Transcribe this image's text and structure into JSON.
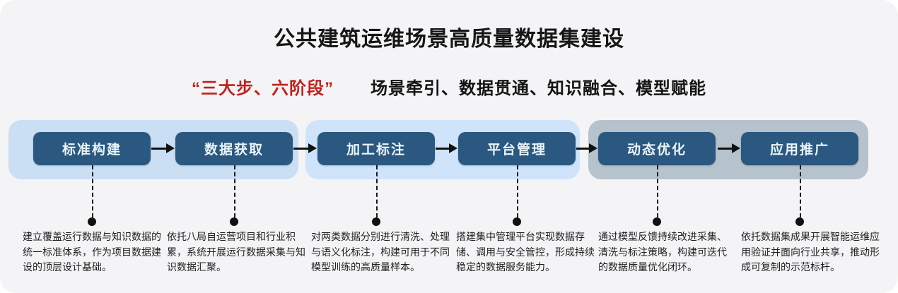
{
  "title": "公共建筑运维场景高质量数据集建设",
  "subtitle": {
    "highlight": "“三大步、六阶段”",
    "keywords": "场景牵引、数据贯通、知识融合、模型赋能"
  },
  "stages": [
    {
      "label": "标准构建",
      "description": "建立覆盖运行数据与知识数据的统一标准体系，作为项目数据建设的顶层设计基础。"
    },
    {
      "label": "数据获取",
      "description": "依托八局自运营项目和行业积累，系统开展运行数据采集与知识数据汇聚。"
    },
    {
      "label": "加工标注",
      "description": "对两类数据分别进行清洗、处理与语义化标注，构建可用于不同模型训练的高质量样本。"
    },
    {
      "label": "平台管理",
      "description": "搭建集中管理平台实现数据存储、调用与安全管控，形成持续稳定的数据服务能力。"
    },
    {
      "label": "动态优化",
      "description": "通过模型反馈持续改进采集、清洗与标注策略，构建可迭代的数据质量优化闭环。"
    },
    {
      "label": "应用推广",
      "description": "依托数据集成果开展智能运维应用验证并面向行业共享，推动形成可复制的示范标杆。"
    }
  ],
  "colors": {
    "page_bg": "#f4f4f6",
    "accent_red": "#c1201d",
    "stage_box_fill": "#2a5880",
    "stage_box_text": "#eaf4fb",
    "band_blue_1": "#cbdff4",
    "band_blue_2": "#cfe4fb",
    "band_gray": "#b7c3cc",
    "arrow_black": "#111111"
  }
}
